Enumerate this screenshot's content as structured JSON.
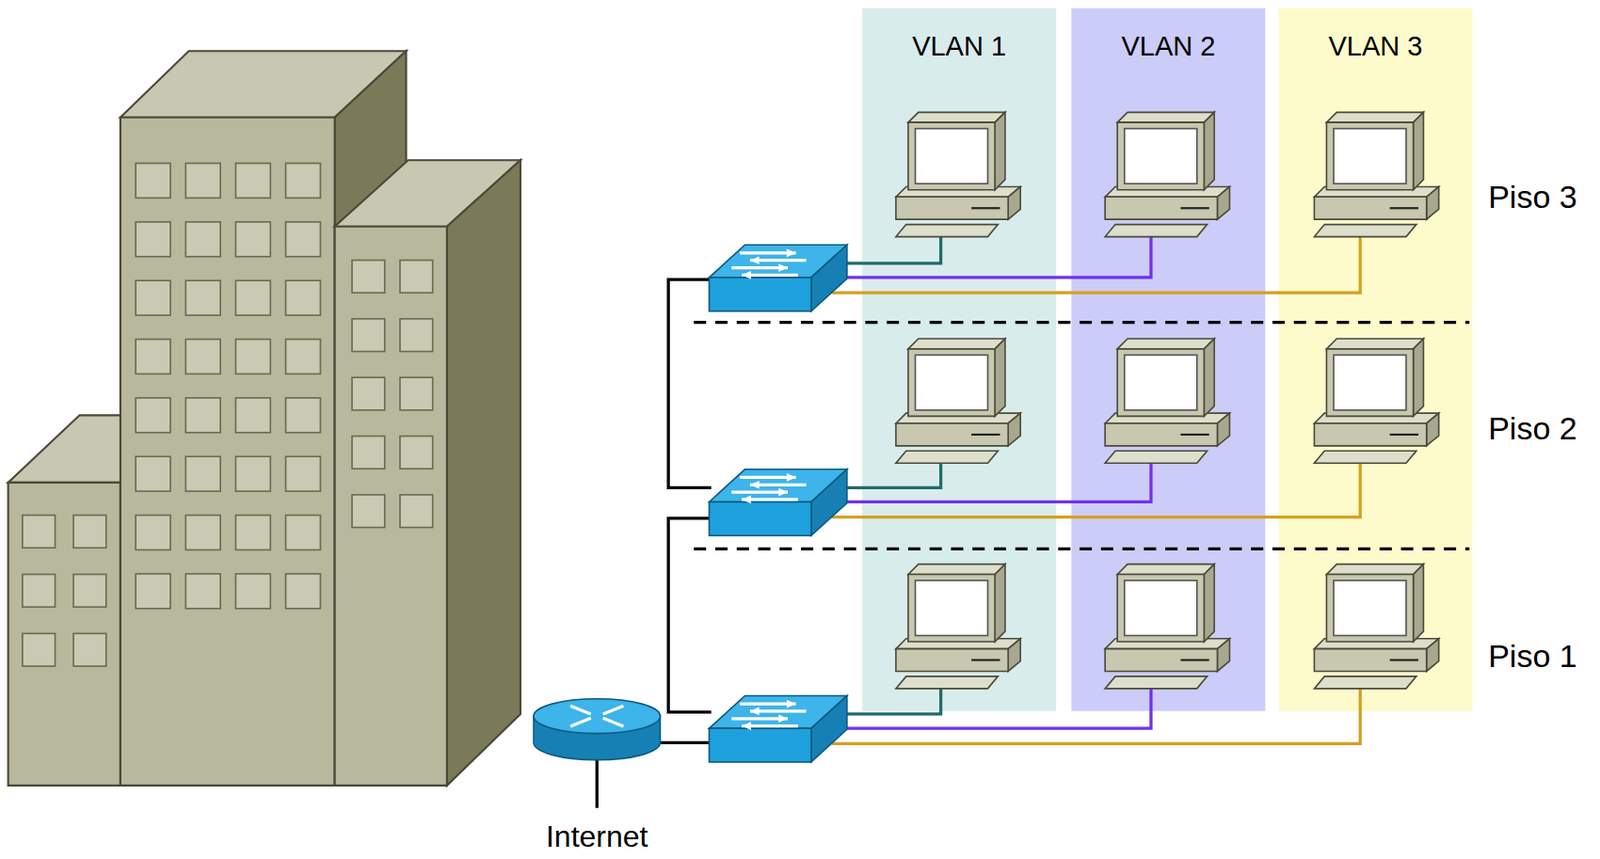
{
  "diagram": {
    "nodes": [
      {
        "text": [
          "VLAN 1"
        ]
      },
      {
        "text": [
          "VLAN 2"
        ]
      },
      {
        "text": [
          "VLAN 3"
        ]
      }
    ],
    "labels": [
      "Piso 3",
      "Piso 2",
      "Piso 1",
      "Internet"
    ]
  }
}
